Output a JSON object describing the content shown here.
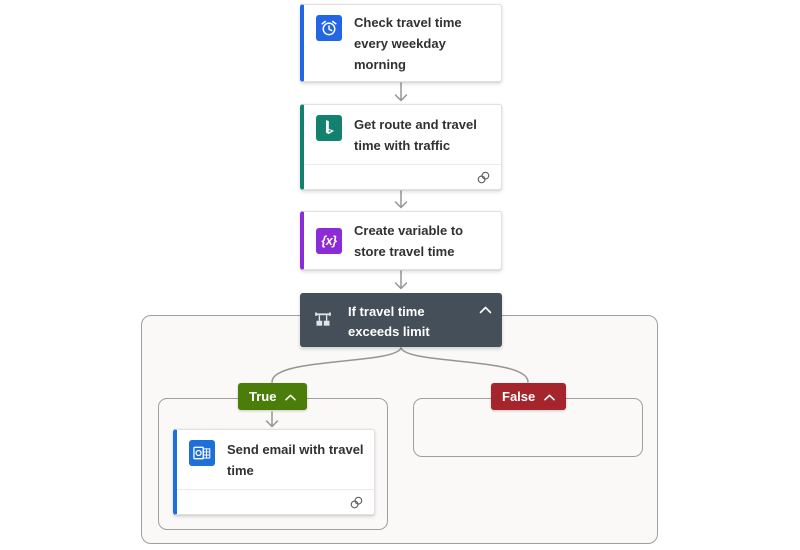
{
  "colors": {
    "accent-blue": "#2266E3",
    "accent-teal": "#12826E",
    "accent-purple": "#8C2BD8",
    "outlook-blue": "#1F6FD8",
    "condition-bg": "#454F59",
    "true-green": "#4B7D0A",
    "false-red": "#A4262C",
    "arrow-gray": "#979593",
    "container-border": "#A19F9D",
    "container-bg": "#FAF9F8",
    "card-border": "#E3E1DF",
    "text": "#323130",
    "icon-muted": "#605E5C"
  },
  "flow": {
    "trigger": {
      "title": "Check travel time every weekday morning",
      "icon": "alarm-clock"
    },
    "route_action": {
      "title": "Get route and travel time with traffic",
      "icon": "bing-maps"
    },
    "variable_action": {
      "title": "Create variable to store travel time",
      "icon": "variable-braces",
      "icon_glyph": "{x}"
    },
    "condition": {
      "title": "If travel time exceeds limit",
      "icon": "condition-branch"
    },
    "true_branch": {
      "label": "True"
    },
    "false_branch": {
      "label": "False"
    },
    "email_action": {
      "title": "Send email with travel time",
      "icon": "outlook-mail"
    }
  }
}
